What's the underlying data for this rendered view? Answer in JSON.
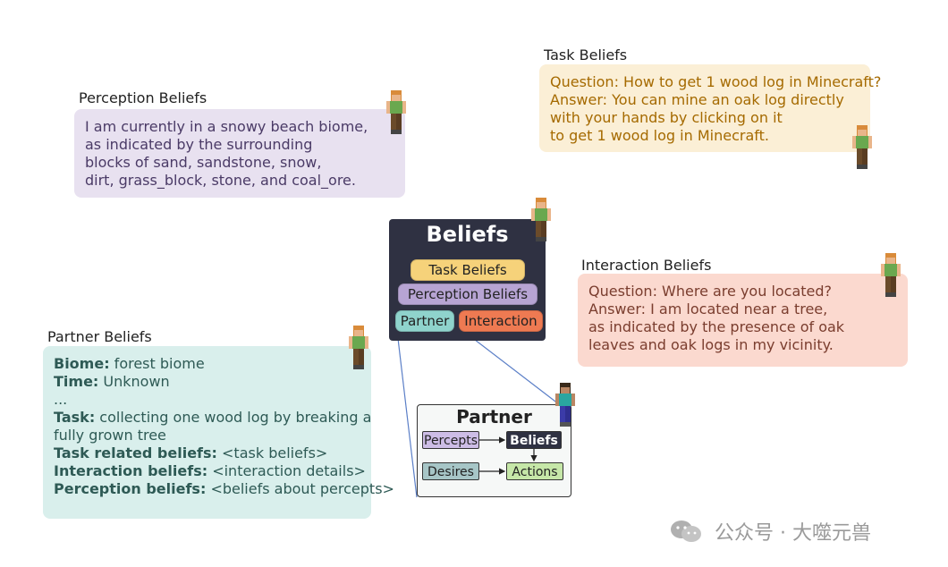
{
  "perception": {
    "title": "Perception Beliefs",
    "lines": [
      "I am currently in a snowy beach biome,",
      "as indicated by the surrounding",
      "blocks of sand, sandstone, snow,",
      "dirt, grass_block, stone, and coal_ore."
    ]
  },
  "task": {
    "title": "Task Beliefs",
    "lines": [
      "Question: How to get 1 wood log in Minecraft?",
      "Answer: You can mine an oak log directly",
      "with your hands by clicking on it",
      "to get 1 wood log in Minecraft."
    ]
  },
  "interaction": {
    "title": "Interaction Beliefs",
    "lines": [
      "Question: Where are you located?",
      "Answer: I am located near a tree,",
      "as indicated by the presence of oak",
      "leaves and oak logs in my vicinity."
    ]
  },
  "partner": {
    "title": "Partner Beliefs",
    "biome_label": "Biome:",
    "biome_value": " forest biome",
    "time_label": "Time:",
    "time_value": " Unknown",
    "ellipsis": "...",
    "task_label": "Task:",
    "task_value_1": " collecting one wood log by breaking a",
    "task_value_2": "fully grown tree",
    "task_rel_label": "Task related beliefs:",
    "task_rel_value": " <task beliefs>",
    "inter_label": "Interaction beliefs:",
    "inter_value": " <interaction details>",
    "perc_label": "Perception beliefs:",
    "perc_value": " <beliefs about percepts>"
  },
  "beliefs_box": {
    "title": "Beliefs",
    "task_pill": "Task Beliefs",
    "perception_pill": "Perception Beliefs",
    "partner_pill": "Partner",
    "interaction_pill": "Interaction",
    "colors": {
      "bg": "#2f3142",
      "task": "#f6d27a",
      "perception": "#b7a4d3",
      "partner": "#8fd3cc",
      "interaction": "#ee7a52"
    }
  },
  "partner_box": {
    "title": "Partner",
    "percepts": "Percepts",
    "beliefs": "Beliefs",
    "desires": "Desires",
    "actions": "Actions"
  },
  "watermark": "公众号 · 大噬元兽"
}
